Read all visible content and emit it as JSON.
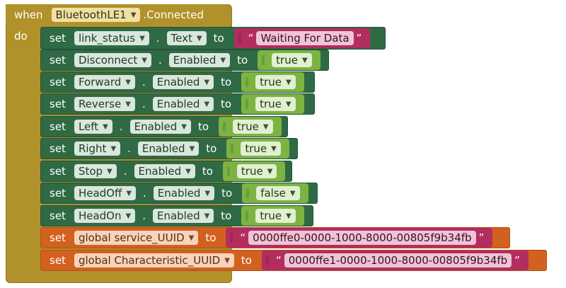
{
  "event": {
    "when_label": "when",
    "component": "BluetoothLE1",
    "event_name": ".Connected",
    "do_label": "do"
  },
  "rows": [
    {
      "set": "set",
      "component": "link_status",
      "dot": ".",
      "property": "Text",
      "to": "to",
      "value_type": "text",
      "value": "Waiting For Data"
    },
    {
      "set": "set",
      "component": "Disconnect",
      "dot": ".",
      "property": "Enabled",
      "to": "to",
      "value_type": "logic",
      "value": "true"
    },
    {
      "set": "set",
      "component": "Forward",
      "dot": ".",
      "property": "Enabled",
      "to": "to",
      "value_type": "logic",
      "value": "true"
    },
    {
      "set": "set",
      "component": "Reverse",
      "dot": ".",
      "property": "Enabled",
      "to": "to",
      "value_type": "logic",
      "value": "true"
    },
    {
      "set": "set",
      "component": "Left",
      "dot": ".",
      "property": "Enabled",
      "to": "to",
      "value_type": "logic",
      "value": "true"
    },
    {
      "set": "set",
      "component": "Right",
      "dot": ".",
      "property": "Enabled",
      "to": "to",
      "value_type": "logic",
      "value": "true"
    },
    {
      "set": "set",
      "component": "Stop",
      "dot": ".",
      "property": "Enabled",
      "to": "to",
      "value_type": "logic",
      "value": "true"
    },
    {
      "set": "set",
      "component": "HeadOff",
      "dot": ".",
      "property": "Enabled",
      "to": "to",
      "value_type": "logic",
      "value": "false"
    },
    {
      "set": "set",
      "component": "HeadOn",
      "dot": ".",
      "property": "Enabled",
      "to": "to",
      "value_type": "logic",
      "value": "true"
    }
  ],
  "globals": [
    {
      "set": "set",
      "name": "global service_UUID",
      "to": "to",
      "value": "0000ffe0-0000-1000-8000-00805f9b34fb"
    },
    {
      "set": "set",
      "name": "global Characteristic_UUID",
      "to": "to",
      "value": "0000ffe1-0000-1000-8000-00805f9b34fb"
    }
  ],
  "ui": {
    "dropdown_arrow": "▼",
    "quote_open": "“",
    "quote_close": "”"
  },
  "colors": {
    "event_bg": "#b1922a",
    "set_green": "#2f6a45",
    "set_orange": "#d2611f",
    "text_block": "#b32d5e",
    "logic_block": "#7cb342"
  }
}
